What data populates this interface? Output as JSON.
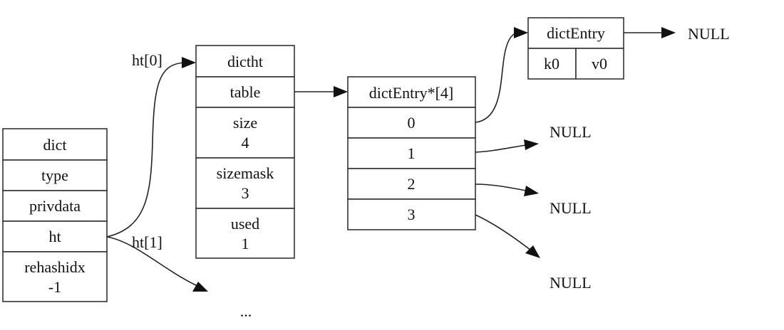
{
  "dict": {
    "title": "dict",
    "type": "type",
    "privdata": "privdata",
    "ht": "ht",
    "rehashidx_label": "rehashidx",
    "rehashidx_value": "-1"
  },
  "dictht": {
    "title": "dictht",
    "table": "table",
    "size_label": "size",
    "size_value": "4",
    "sizemask_label": "sizemask",
    "sizemask_value": "3",
    "used_label": "used",
    "used_value": "1"
  },
  "table_array": {
    "title": "dictEntry*[4]",
    "slots": [
      "0",
      "1",
      "2",
      "3"
    ]
  },
  "entry": {
    "title": "dictEntry",
    "key": "k0",
    "value": "v0"
  },
  "edge_labels": {
    "ht0": "ht[0]",
    "ht1": "ht[1]"
  },
  "null_labels": {
    "entry_next": "NULL",
    "slot1": "NULL",
    "slot2": "NULL",
    "slot3": "NULL"
  },
  "ellipsis": "..."
}
